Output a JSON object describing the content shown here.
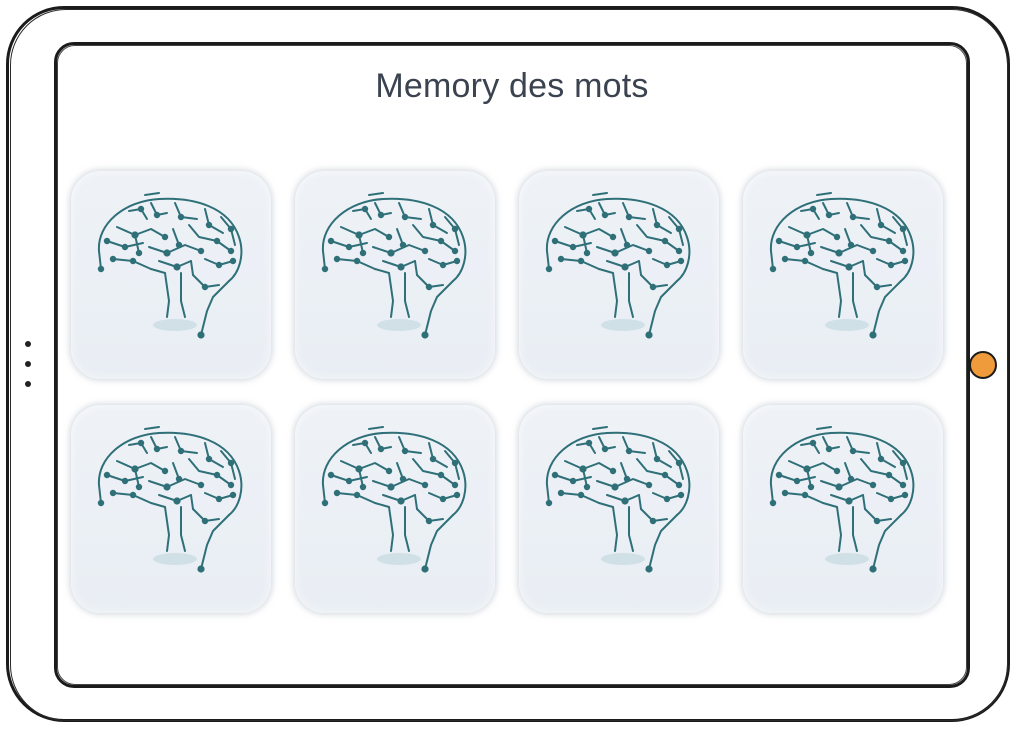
{
  "app": {
    "title": "Memory des mots"
  },
  "colors": {
    "frame": "#1b1b1b",
    "home_button": "#ef9a3b",
    "card_background": "#eef2f7",
    "brain_circuit": "#2f6f78",
    "title_text": "#3b4350"
  },
  "cards": [
    {
      "state": "face-down",
      "icon": "brain-circuit-icon"
    },
    {
      "state": "face-down",
      "icon": "brain-circuit-icon"
    },
    {
      "state": "face-down",
      "icon": "brain-circuit-icon"
    },
    {
      "state": "face-down",
      "icon": "brain-circuit-icon"
    },
    {
      "state": "face-down",
      "icon": "brain-circuit-icon"
    },
    {
      "state": "face-down",
      "icon": "brain-circuit-icon"
    },
    {
      "state": "face-down",
      "icon": "brain-circuit-icon"
    },
    {
      "state": "face-down",
      "icon": "brain-circuit-icon"
    }
  ]
}
